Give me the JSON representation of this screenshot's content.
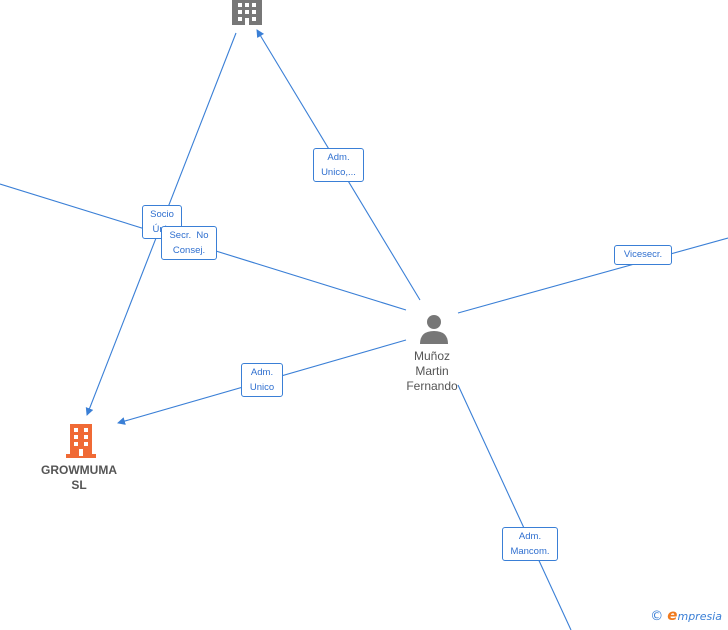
{
  "nodes": {
    "top_company": {
      "icon": "building-icon",
      "color": "#777777"
    },
    "growmuma": {
      "line1": "GROWMUMA",
      "line2": "SL",
      "icon": "building-icon",
      "color": "#f06a35"
    },
    "person": {
      "line1": "Muñoz",
      "line2": "Martin",
      "line3": "Fernando",
      "icon": "person-icon",
      "color": "#777777"
    }
  },
  "edges": {
    "adm_unico_top": {
      "line1": "Adm.",
      "line2": "Unico,..."
    },
    "socio_unico": {
      "line1": "Socio",
      "line2": "Únic"
    },
    "secr_no_consej": {
      "line1": "Secr.  No",
      "line2": "Consej."
    },
    "vicesecr": {
      "line1": "Vicesecr."
    },
    "adm_unico_growmuma": {
      "line1": "Adm.",
      "line2": "Unico"
    },
    "adm_mancom": {
      "line1": "Adm.",
      "line2": "Mancom."
    }
  },
  "colors": {
    "edge": "#3a7fd6",
    "company_highlight": "#f06a35",
    "node_gray": "#777777"
  },
  "branding": {
    "copyright": "©",
    "e_letter": "e",
    "rest": "mpresia"
  }
}
